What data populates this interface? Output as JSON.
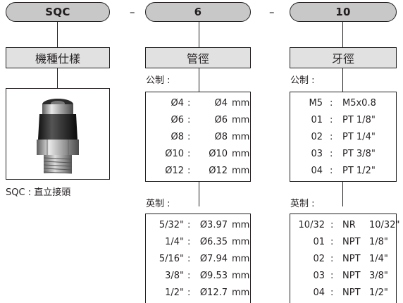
{
  "codes": {
    "series": "SQC",
    "tube": "6",
    "thread": "10",
    "separator": "–"
  },
  "headers": {
    "spec": "機種仕樣",
    "tube": "管徑",
    "thread": "牙徑"
  },
  "labels": {
    "metric": "公制 :",
    "inch": "英制 :"
  },
  "image_caption": "SQC : 直立接頭",
  "tube_metric": [
    {
      "code": "Ø4",
      "sep": ":",
      "value": "Ø4",
      "unit": "mm"
    },
    {
      "code": "Ø6",
      "sep": ":",
      "value": "Ø6",
      "unit": "mm"
    },
    {
      "code": "Ø8",
      "sep": ":",
      "value": "Ø8",
      "unit": "mm"
    },
    {
      "code": "Ø10",
      "sep": ":",
      "value": "Ø10",
      "unit": "mm"
    },
    {
      "code": "Ø12",
      "sep": ":",
      "value": "Ø12",
      "unit": "mm"
    }
  ],
  "tube_inch": [
    {
      "code": "5/32\"",
      "sep": ":",
      "value": "Ø3.97",
      "unit": "mm"
    },
    {
      "code": "1/4\"",
      "sep": ":",
      "value": "Ø6.35",
      "unit": "mm"
    },
    {
      "code": "5/16\"",
      "sep": ":",
      "value": "Ø7.94",
      "unit": "mm"
    },
    {
      "code": "3/8\"",
      "sep": ":",
      "value": "Ø9.53",
      "unit": "mm"
    },
    {
      "code": "1/2\"",
      "sep": ":",
      "value": "Ø12.7",
      "unit": "mm"
    }
  ],
  "thread_metric": [
    {
      "code": "M5",
      "sep": ":",
      "value": "M5x0.8"
    },
    {
      "code": "01",
      "sep": ":",
      "value": "PT 1/8\""
    },
    {
      "code": "02",
      "sep": ":",
      "value": "PT 1/4\""
    },
    {
      "code": "03",
      "sep": ":",
      "value": "PT 3/8\""
    },
    {
      "code": "04",
      "sep": ":",
      "value": "PT 1/2\""
    }
  ],
  "thread_inch": [
    {
      "code": "10/32",
      "sep": ":",
      "type": "NR",
      "value": "10/32\""
    },
    {
      "code": "01",
      "sep": ":",
      "type": "NPT",
      "value": "1/8\""
    },
    {
      "code": "02",
      "sep": ":",
      "type": "NPT",
      "value": "1/4\""
    },
    {
      "code": "03",
      "sep": ":",
      "type": "NPT",
      "value": "3/8\""
    },
    {
      "code": "04",
      "sep": ":",
      "type": "NPT",
      "value": "1/2\""
    }
  ]
}
